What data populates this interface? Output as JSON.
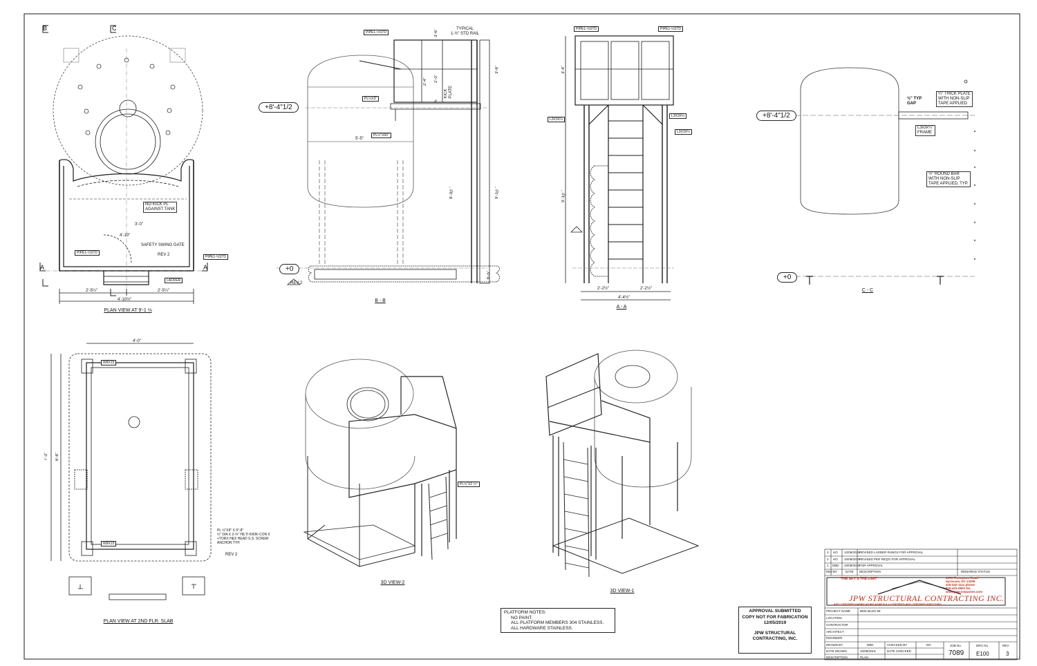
{
  "views": {
    "plan_top": "PLAN VIEW AT 9'-1 ⅛",
    "section_bb": "B - B",
    "section_aa": "A - A",
    "section_cc": "C - C",
    "plan_slab": "PLAN VIEW AT 2ND FLR. SLAB",
    "view3d_2": "3D VIEW-2",
    "view3d_1": "3D VIEW-1"
  },
  "section_marks": {
    "b": "B",
    "c": "C",
    "a": "A"
  },
  "elevations": {
    "top": "+8'-4\"1/2",
    "bottom": "+0"
  },
  "plan_labels": {
    "kick": "NO KICK PL\nAGAINST TANK",
    "swing_gate": "SAFETY SWING GATE",
    "rev2": "REV 2",
    "pipe": "PIPE1-½STD",
    "ladder": "LADDER",
    "dim_a": "4'-10\"",
    "dim_b": "3'-0\"",
    "dim_c": "2'-5¼\"",
    "dim_d": "2'-5¼\"",
    "dim_e": "4'-10½\""
  },
  "bb_labels": {
    "typical": "TYPICAL\n1-½\" STD RAIL",
    "pipe": "PIPE1-½STD",
    "pl1": "PL½X3\"",
    "pl2": "PL½\"X60\"",
    "d1": "3'-6\"",
    "d2": "2'-4\"",
    "d3": "2'-0\"",
    "d4": "3'-6\"",
    "d5": "5'-5\"",
    "d6": "8'-3½\"",
    "d7": "9'-1½\"",
    "d8": "4'",
    "d9": "6'-5\"",
    "kick": "KICK\nPLATE",
    "rev2": "REV 2"
  },
  "aa_labels": {
    "pipe": "PIPE1-½STD",
    "l1": "L3X3X¼",
    "l2": "L3X3X¼",
    "l3": "L3X3X¼",
    "d1": "3'-4\"",
    "d2": "9'-1½\"",
    "d3": "2'-2½\"",
    "d4": "2'-2½\"",
    "d5": "4'-4½\""
  },
  "cc_labels": {
    "gap": "½\" TYP\nGAP",
    "checker": "¼\" THICK PLATE\nWITH NON-SLIP\nTAPE APPLIED",
    "frame": "L3x3x¼\"\nFRAME",
    "roundbar": "½\" ROUND BAR\nWITH NON-SLIP\nTAPE APPLIED, TYP."
  },
  "slab_labels": {
    "d1": "4'-0\"",
    "d2": "7'-3\"",
    "d3": "6'-8\"",
    "w1": "W8X15",
    "w2": "W8X15",
    "note": "PL ½\"X9\" X 9\"-8\"\n½\" DIA X 2-¾\" HILTI KWIK-CON II\n+TORX HEX HEAD S.S. SCREW\nANCHOR TYP.",
    "rev2": "REV 2"
  },
  "view3d_labels": {
    "plate": "PL½\"X2 ½\""
  },
  "notes": {
    "title": "PLATFORM NOTES:",
    "lines": [
      "NO PAINT.",
      "ALL PLATFORM MEMBERS 304 STAINLESS.",
      "ALL HARDWARE STAINLESS."
    ]
  },
  "approval": {
    "line1": "APPROVAL SUBMITTED",
    "line2": "COPY NOT FOR FABRICATION",
    "line3": "12/05/2019",
    "line4": "JPW STRUCTURAL",
    "line5": "CONTRACTING, INC."
  },
  "title_block": {
    "revisions": [
      {
        "rev": "3",
        "by": "HO",
        "date": "12/05/2019",
        "desc": "REVISED LADDER RUNGS FOR APPROVAL"
      },
      {
        "rev": "2",
        "by": "HO",
        "date": "10/08/2019",
        "desc": "REVISED PER REQ'D FOR APPROVAL"
      },
      {
        "rev": "1",
        "by": "DBD",
        "date": "10/08/2019",
        "desc": "FOR APPROVAL"
      }
    ],
    "headers": {
      "rev": "REV",
      "by": "BY",
      "date": "DATE",
      "desc": "DESCRIPTION",
      "remarks": "REMARKS/ STATUS"
    },
    "slogan": "\"THE SKY'S THE LIMIT\"",
    "company": "JPW STRUCTURAL CONTRACTING INC.",
    "address": "6376 Thompson Road\nSyracuse, NY 13206\n315-432-1111 phone\n315-431-0803 fax\nwww.jpwcompanies.com",
    "certs": "AISC CERTIFIED FABRICATORS   ASME R & U CERTIFIED   AISC CERTIFIED ERECTORS",
    "project_name_label": "PROJECT NAME",
    "project_name": "BMS BLDG 58",
    "location_label": "LOCATION",
    "contractor_label": "CONTRACTOR",
    "architect_label": "ARCHITECT",
    "engineer_label": "ENGINEER",
    "drawn_by_label": "DRAWN BY",
    "drawn_by": "DBD",
    "checked_by_label": "CHECKED BY",
    "checked_by": "DG",
    "date_drawn_label": "DATE DRAWN",
    "date_drawn": "10/08/2019",
    "date_checked_label": "DATE CHECKED",
    "description_label": "DESCRIPTION",
    "description": "PLAN",
    "job_label": "JOB No.",
    "job": "7089",
    "drg_label": "DRG No.",
    "drg": "E100",
    "rev_label": "REV.",
    "rev": "3"
  }
}
